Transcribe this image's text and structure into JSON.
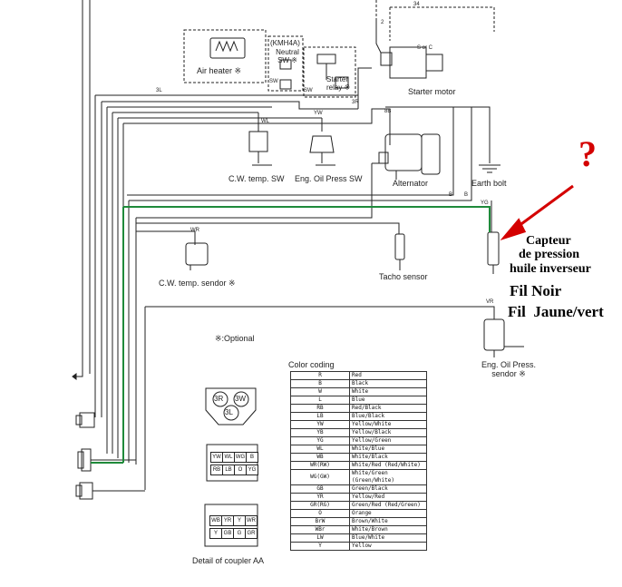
{
  "components": {
    "air_heater": "Air heater ※",
    "neutral_sw_code": "(KMH4A)",
    "neutral_sw": "Neutral SW ※",
    "starter_relay": "Starter relay ※",
    "starter_motor": "Starter motor",
    "s_or_c": "S or C",
    "cw_temp_sw": "C.W. temp. SW",
    "eng_oil_press_sw": "Eng. Oil Press SW",
    "alternator": "Alternator",
    "earth_bolt": "Earth bolt",
    "cw_temp_sendor": "C.W. temp. sendor ※",
    "tacho_sensor": "Tacho sensor",
    "eng_oil_press_sendor": "Eng. Oil Press. sendor ※",
    "optional": "※:Optional",
    "coupler_detail": "Detail of coupler AA"
  },
  "annotations": {
    "question_mark": "?",
    "line1": "Capteur",
    "line2": "de pression",
    "line3": "huile inverseur",
    "line4": "Fil Noir",
    "line5": "Fil  Jaune/vert"
  },
  "wire_tags": {
    "t34": "34",
    "t2": "2",
    "t3l": "3L",
    "twl": "WL",
    "tyw": "YW",
    "t3r": "3R",
    "t8b": "8B",
    "tb1": "B",
    "tb2": "B",
    "tyg": "YG",
    "twr": "WR",
    "tvr": "VR",
    "tsw1": "SW",
    "tsw2": "SW"
  },
  "coupler_small": [
    "3R",
    "3W",
    "3L"
  ],
  "coupler_mid": {
    "top": [
      "YW",
      "WL",
      "WG",
      "B"
    ],
    "bottom": [
      "RB",
      "LB",
      "O",
      "YG"
    ]
  },
  "coupler_large": {
    "top": [
      "WB",
      "YR",
      "Y",
      "WR"
    ],
    "bottom": [
      "Y",
      "GB",
      "G",
      "GR"
    ]
  },
  "color_coding": {
    "title": "Color coding",
    "rows": [
      {
        "code": "R",
        "name": "Red"
      },
      {
        "code": "B",
        "name": "Black"
      },
      {
        "code": "W",
        "name": "White"
      },
      {
        "code": "L",
        "name": "Blue"
      },
      {
        "code": "RB",
        "name": "Red/Black"
      },
      {
        "code": "LB",
        "name": "Blue/Black"
      },
      {
        "code": "YW",
        "name": "Yellow/White"
      },
      {
        "code": "YB",
        "name": "Yellow/Black"
      },
      {
        "code": "YG",
        "name": "Yellow/Green"
      },
      {
        "code": "WL",
        "name": "White/Blue"
      },
      {
        "code": "WB",
        "name": "White/Black"
      },
      {
        "code": "WR(RW)",
        "name": "White/Red (Red/White)"
      },
      {
        "code": "WG(GW)",
        "name": "White/Green (Green/White)"
      },
      {
        "code": "GB",
        "name": "Green/Black"
      },
      {
        "code": "YR",
        "name": "Yellow/Red"
      },
      {
        "code": "GR(RG)",
        "name": "Green/Red (Red/Green)"
      },
      {
        "code": "O",
        "name": "Orange"
      },
      {
        "code": "BrW",
        "name": "Brown/White"
      },
      {
        "code": "WBr",
        "name": "White/Brown"
      },
      {
        "code": "LW",
        "name": "Blue/White"
      },
      {
        "code": "Y",
        "name": "Yellow"
      }
    ]
  },
  "colors": {
    "green_wire": "#1f8a3a",
    "annotation_arrow": "#d40000",
    "line": "#222222"
  }
}
